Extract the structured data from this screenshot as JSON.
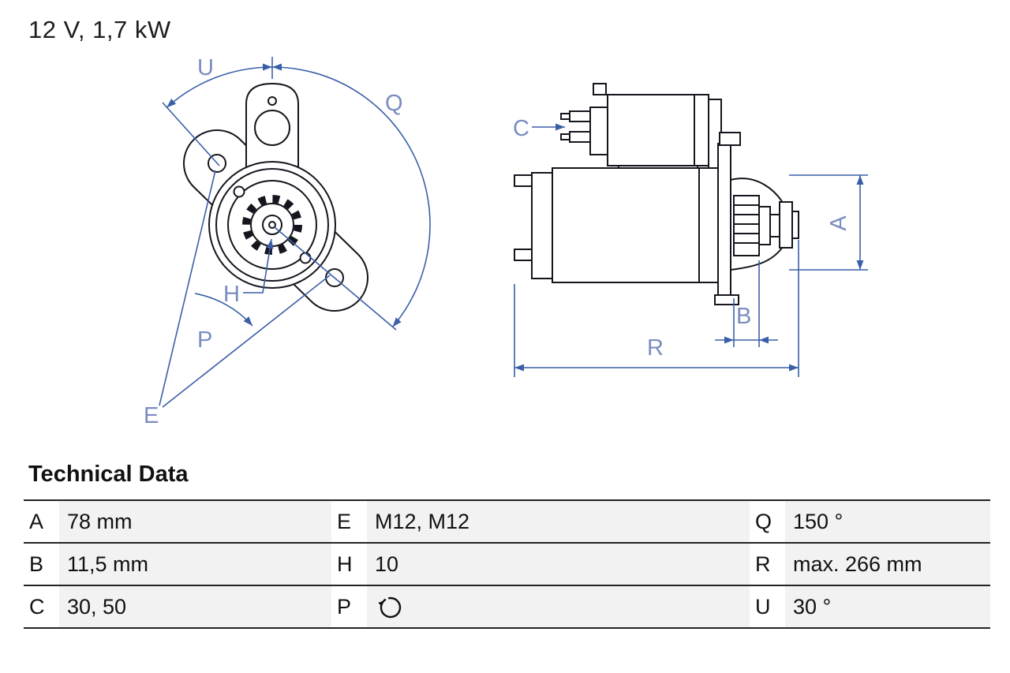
{
  "title": "12 V, 1,7 kW",
  "colors": {
    "drawing_line": "#15151e",
    "dimension_line": "#3a5fa8",
    "dimension_label": "#7b8cc0",
    "value_cell_shading": "#f2f2f2",
    "table_border": "#232323"
  },
  "drawing": {
    "labels": {
      "u": "U",
      "q": "Q",
      "h": "H",
      "p": "P",
      "e": "E",
      "c": "C",
      "a": "A",
      "b": "B",
      "r": "R"
    }
  },
  "table": {
    "title": "Technical Data",
    "rows": [
      {
        "cells": [
          {
            "key": "A",
            "value": "78 mm"
          },
          {
            "key": "E",
            "value": "M12, M12"
          },
          {
            "key": "Q",
            "value": "150 °"
          }
        ]
      },
      {
        "cells": [
          {
            "key": "B",
            "value": "11,5 mm"
          },
          {
            "key": "H",
            "value": "10"
          },
          {
            "key": "R",
            "value": "max. 266 mm"
          }
        ]
      },
      {
        "cells": [
          {
            "key": "C",
            "value": "30, 50"
          },
          {
            "key": "P",
            "value": "",
            "value_icon": "rotation-direction-icon"
          },
          {
            "key": "U",
            "value": "30 °"
          }
        ]
      }
    ]
  }
}
